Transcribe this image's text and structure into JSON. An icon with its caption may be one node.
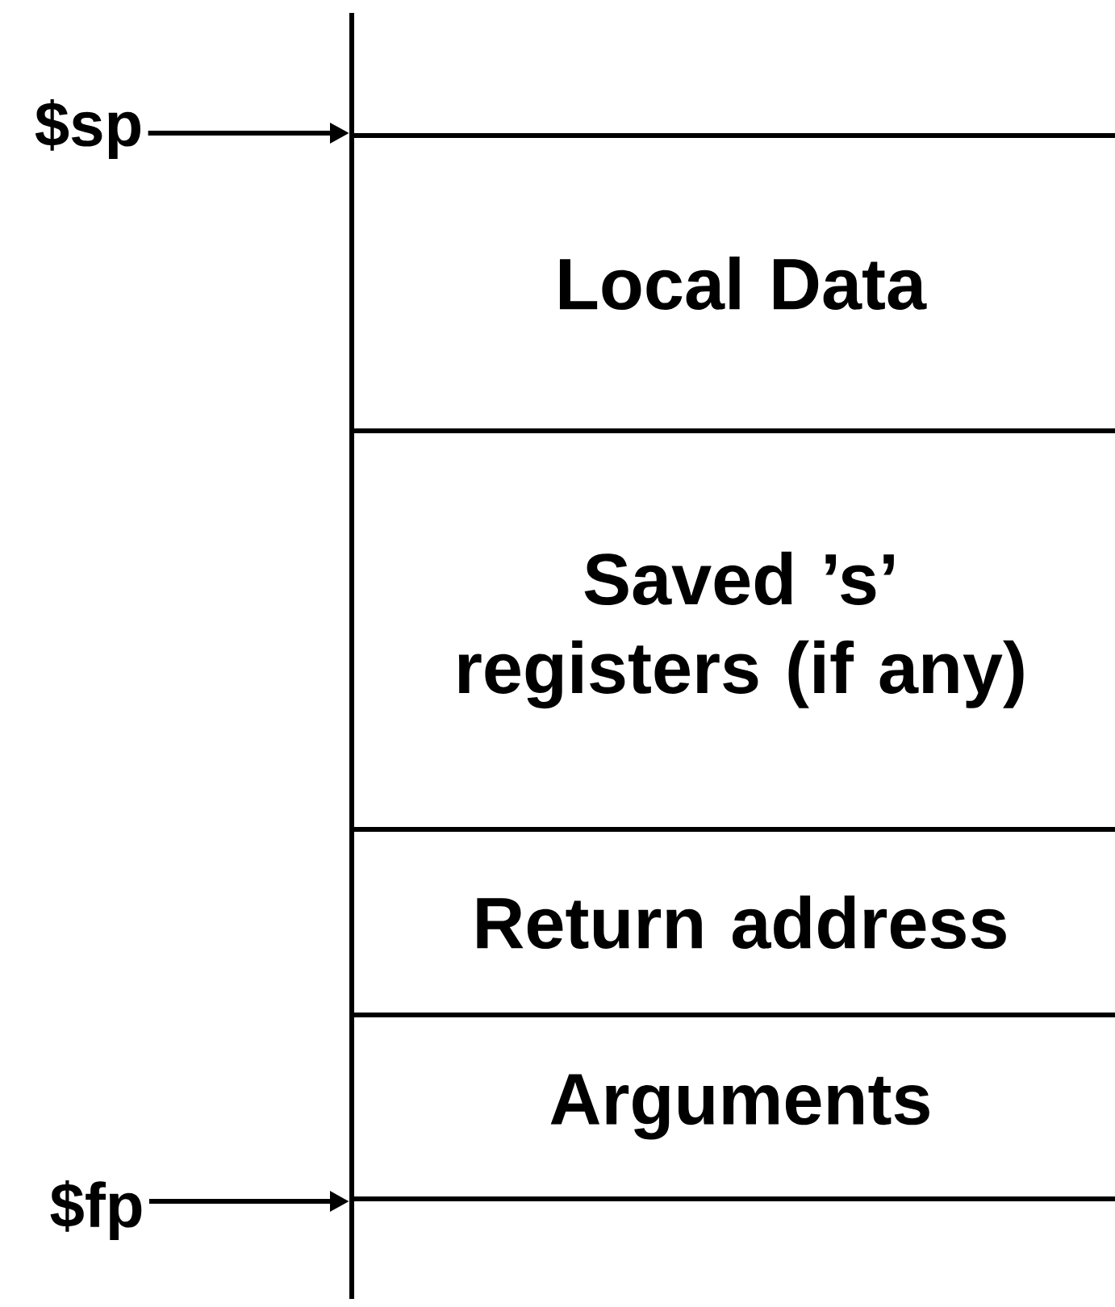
{
  "diagram": {
    "nodes": [
      {
        "text": [
          "Local Data"
        ]
      },
      {
        "text": [
          "Saved ’s’ registers (if any)"
        ]
      },
      {
        "text": [
          "Return address"
        ]
      },
      {
        "text": [
          "Arguments"
        ]
      },
      {
        "text": [
          "$sp"
        ]
      },
      {
        "text": [
          "$fp"
        ]
      }
    ],
    "edges": [
      {
        "from": 4,
        "to": 0,
        "arrow": "to"
      },
      {
        "from": 5,
        "to": 3,
        "arrow": "to"
      }
    ]
  }
}
